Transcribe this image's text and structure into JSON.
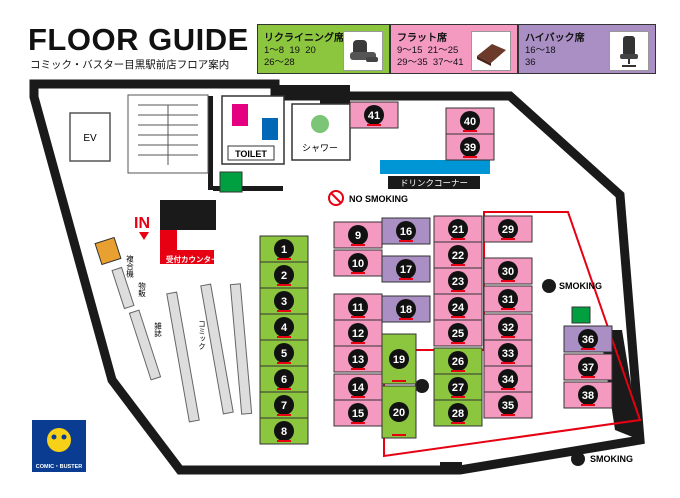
{
  "header": {
    "title": "FLOOR GUIDE",
    "subtitle": "コミック・バスター目黒駅前店フロア案内"
  },
  "legend": [
    {
      "title": "リクライニング席",
      "values": "1〜8  19  20\n26〜28",
      "color": "#8cc63f",
      "icon": "recliner-chair-icon"
    },
    {
      "title": "フラット席",
      "values": "9〜15  21〜25\n29〜35  37〜41",
      "color": "#f49ac1",
      "icon": "flat-mat-icon"
    },
    {
      "title": "ハイバック席",
      "values": "16〜18\n36",
      "color": "#a98fc4",
      "icon": "high-back-chair-icon"
    }
  ],
  "map": {
    "labels": {
      "ev": "EV",
      "toilet": "TOILET",
      "shower": "シャワー",
      "drink": "ドリンクコーナー",
      "no_smoking": "NO SMOKING",
      "entrance": "IN",
      "counter": "受付カウンター",
      "copier": "複合機",
      "stationery": "物販",
      "magazine": "雑誌",
      "comic": "コミック",
      "smoking_right": "SMOKING",
      "smoking_bottom": "SMOKING"
    },
    "seats": [
      {
        "n": "1",
        "type": "recliner"
      },
      {
        "n": "2",
        "type": "recliner"
      },
      {
        "n": "3",
        "type": "recliner"
      },
      {
        "n": "4",
        "type": "recliner"
      },
      {
        "n": "5",
        "type": "recliner"
      },
      {
        "n": "6",
        "type": "recliner"
      },
      {
        "n": "7",
        "type": "recliner"
      },
      {
        "n": "8",
        "type": "recliner"
      },
      {
        "n": "9",
        "type": "flat"
      },
      {
        "n": "10",
        "type": "flat"
      },
      {
        "n": "11",
        "type": "flat"
      },
      {
        "n": "12",
        "type": "flat"
      },
      {
        "n": "13",
        "type": "flat"
      },
      {
        "n": "14",
        "type": "flat"
      },
      {
        "n": "15",
        "type": "flat"
      },
      {
        "n": "16",
        "type": "highback"
      },
      {
        "n": "17",
        "type": "highback"
      },
      {
        "n": "18",
        "type": "highback"
      },
      {
        "n": "19",
        "type": "recliner"
      },
      {
        "n": "20",
        "type": "recliner"
      },
      {
        "n": "21",
        "type": "flat"
      },
      {
        "n": "22",
        "type": "flat"
      },
      {
        "n": "23",
        "type": "flat"
      },
      {
        "n": "24",
        "type": "flat"
      },
      {
        "n": "25",
        "type": "flat"
      },
      {
        "n": "26",
        "type": "recliner"
      },
      {
        "n": "27",
        "type": "recliner"
      },
      {
        "n": "28",
        "type": "recliner"
      },
      {
        "n": "29",
        "type": "flat"
      },
      {
        "n": "30",
        "type": "flat"
      },
      {
        "n": "31",
        "type": "flat"
      },
      {
        "n": "32",
        "type": "flat"
      },
      {
        "n": "33",
        "type": "flat"
      },
      {
        "n": "34",
        "type": "flat"
      },
      {
        "n": "35",
        "type": "flat"
      },
      {
        "n": "36",
        "type": "highback"
      },
      {
        "n": "37",
        "type": "flat"
      },
      {
        "n": "38",
        "type": "flat"
      },
      {
        "n": "39",
        "type": "flat"
      },
      {
        "n": "40",
        "type": "flat"
      },
      {
        "n": "41",
        "type": "flat"
      }
    ],
    "colors": {
      "recliner": "#8cc63f",
      "flat": "#f49ac1",
      "highback": "#a98fc4",
      "smoking_zone": "#e60012",
      "counter": "#e60012"
    }
  },
  "logo": {
    "text": "COMIC・BUSTER"
  }
}
